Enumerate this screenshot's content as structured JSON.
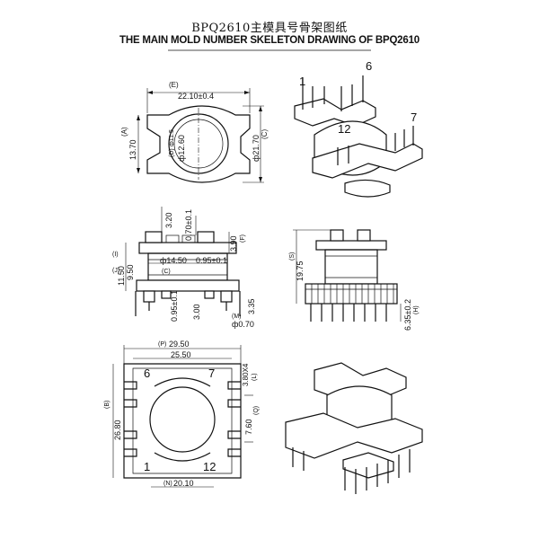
{
  "title_cn": "BPQ2610主模具号骨架图纸",
  "title_en": "THE MAIN MOLD NUMBER SKELETON DRAWING OF BPQ2610",
  "top_view": {
    "width_label": "(E)",
    "width_value": "22.10±0.4",
    "height_left_label": "(A)",
    "height_left_value": "13.70",
    "bore_value": "ф12.60",
    "bore_label": "(D)",
    "bore_note": "ф11.5",
    "height_right_label": "(C)",
    "height_right_value": "ф21.70"
  },
  "side_view": {
    "d320": "3.20",
    "d070": "0.70±0.1",
    "d390": "3.90",
    "d390_label": "(F)",
    "d1150": "11.50",
    "d1150_label": "(I)",
    "d950": "9.50",
    "d950_label": "(J)",
    "d1450": "ф14.50",
    "d1450_label": "(C)",
    "d095a": "0.95±0.1",
    "d095b": "0.95±0.1",
    "d300": "3.00",
    "d335": "3.35",
    "pin_label": "(M)",
    "pin_value": "ф0.70"
  },
  "front_view": {
    "height_label": "(S)",
    "height_value": "19.75",
    "pin_len_label": "(H)",
    "pin_len_value": "6.35±0.2"
  },
  "bottom_view": {
    "outer_label": "(P)",
    "outer_value": "29.50",
    "inner_value": "25.50",
    "pin6": "6",
    "pin7": "7",
    "pin1": "1",
    "pin12": "12",
    "slot_value": "3.80X4",
    "slot_label": "(L)",
    "height_label": "(B)",
    "height_value": "26.80",
    "pitch_label": "(Q)",
    "pitch_value": "7.60",
    "bottom_label": "(N)",
    "bottom_value": "20.10"
  },
  "iso_view": {
    "pin1": "1",
    "pin6": "6",
    "pin7": "7",
    "pin12": "12"
  }
}
